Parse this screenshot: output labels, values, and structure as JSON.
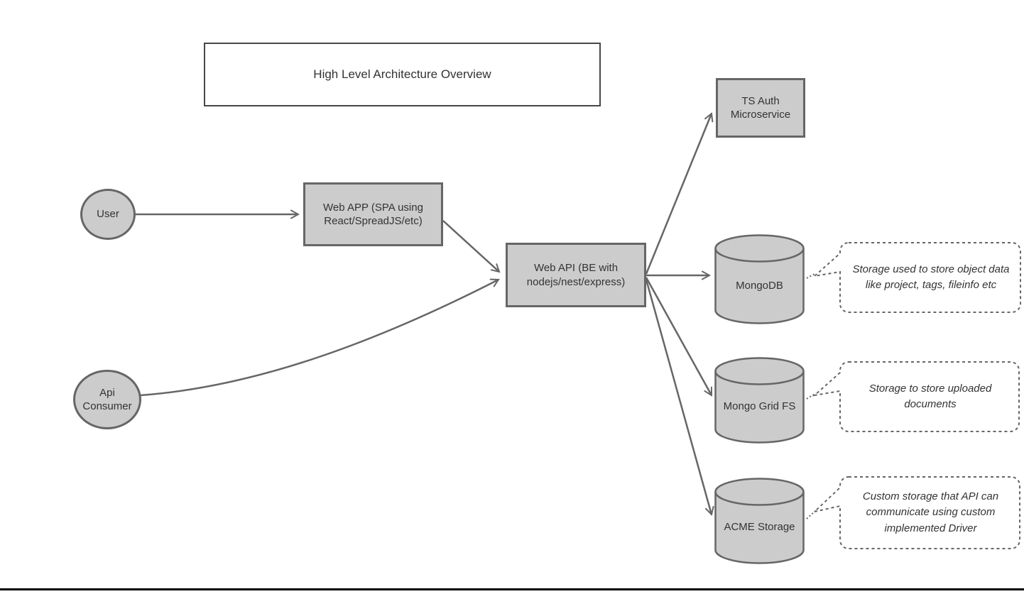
{
  "diagram": {
    "title": "High Level Architecture Overview",
    "nodes": {
      "user": {
        "label": "User",
        "shape": "ellipse"
      },
      "api_consumer": {
        "label": "Api Consumer",
        "shape": "ellipse"
      },
      "web_app": {
        "label": "Web APP (SPA using React/SpreadJS/etc)",
        "shape": "rectangle"
      },
      "web_api": {
        "label": "Web API (BE with nodejs/nest/express)",
        "shape": "rectangle"
      },
      "ts_auth": {
        "label": "TS Auth Microservice",
        "shape": "rectangle"
      },
      "mongodb": {
        "label": "MongoDB",
        "shape": "cylinder"
      },
      "mongo_grid_fs": {
        "label": "Mongo Grid FS",
        "shape": "cylinder"
      },
      "acme_storage": {
        "label": "ACME Storage",
        "shape": "cylinder"
      }
    },
    "notes": {
      "mongodb": "Storage used to store object data like project, tags, fileinfo etc",
      "mongo_grid_fs": "Storage to store uploaded documents",
      "acme_storage": "Custom storage that API can communicate using custom implemented Driver"
    },
    "edges": [
      {
        "from": "User",
        "to": "Web APP (SPA using React/SpreadJS/etc)",
        "style": "solid-arrow"
      },
      {
        "from": "Web APP (SPA using React/SpreadJS/etc)",
        "to": "Web API (BE with nodejs/nest/express)",
        "style": "solid-arrow"
      },
      {
        "from": "Api Consumer",
        "to": "Web API (BE with nodejs/nest/express)",
        "style": "solid-arrow-curved"
      },
      {
        "from": "Web API (BE with nodejs/nest/express)",
        "to": "TS Auth Microservice",
        "style": "solid-arrow"
      },
      {
        "from": "Web API (BE with nodejs/nest/express)",
        "to": "MongoDB",
        "style": "solid-arrow"
      },
      {
        "from": "Web API (BE with nodejs/nest/express)",
        "to": "Mongo Grid FS",
        "style": "solid-arrow"
      },
      {
        "from": "Web API (BE with nodejs/nest/express)",
        "to": "ACME Storage",
        "style": "solid-arrow"
      },
      {
        "from": "MongoDB",
        "to": "note:mongodb",
        "style": "dotted"
      },
      {
        "from": "Mongo Grid FS",
        "to": "note:mongo_grid_fs",
        "style": "dotted"
      },
      {
        "from": "ACME Storage",
        "to": "note:acme_storage",
        "style": "dotted"
      }
    ],
    "colors": {
      "node_fill": "#cccccc",
      "node_stroke": "#666666",
      "connector": "#666666",
      "text": "#333333",
      "title_border": "#474747",
      "canvas_edge": "#000000",
      "background": "#ffffff"
    }
  }
}
